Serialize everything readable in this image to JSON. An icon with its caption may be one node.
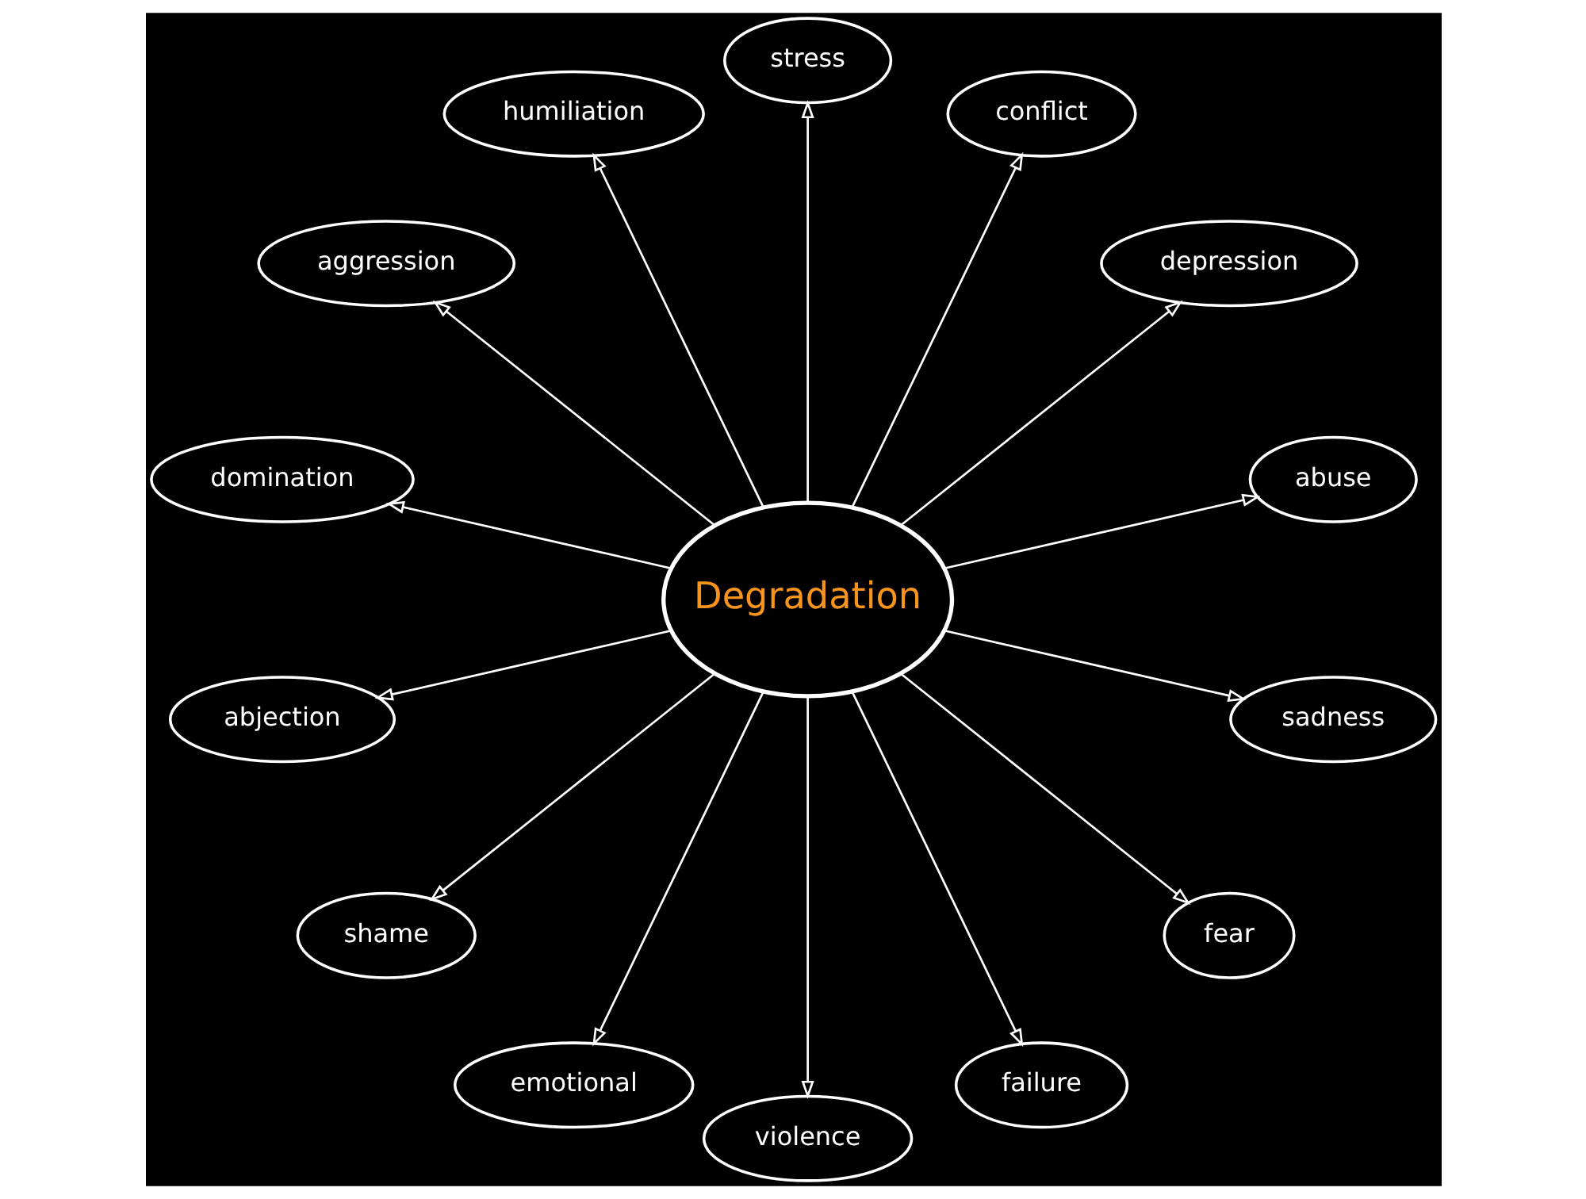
{
  "diagram": {
    "nodes": [
      {
        "text": [
          "Degradation"
        ]
      },
      {
        "text": [
          "abuse"
        ]
      },
      {
        "text": [
          "depression"
        ]
      },
      {
        "text": [
          "conflict"
        ]
      },
      {
        "text": [
          "stress"
        ]
      },
      {
        "text": [
          "humiliation"
        ]
      },
      {
        "text": [
          "aggression"
        ]
      },
      {
        "text": [
          "domination"
        ]
      },
      {
        "text": [
          "abjection"
        ]
      },
      {
        "text": [
          "shame"
        ]
      },
      {
        "text": [
          "emotional"
        ]
      },
      {
        "text": [
          "violence"
        ]
      },
      {
        "text": [
          "failure"
        ]
      },
      {
        "text": [
          "fear"
        ]
      },
      {
        "text": [
          "sadness"
        ]
      }
    ],
    "edges": [
      {
        "from": 0,
        "to": 1,
        "arrow": "to"
      },
      {
        "from": 0,
        "to": 2,
        "arrow": "to"
      },
      {
        "from": 0,
        "to": 3,
        "arrow": "to"
      },
      {
        "from": 0,
        "to": 4,
        "arrow": "to"
      },
      {
        "from": 0,
        "to": 5,
        "arrow": "to"
      },
      {
        "from": 0,
        "to": 6,
        "arrow": "to"
      },
      {
        "from": 0,
        "to": 7,
        "arrow": "to"
      },
      {
        "from": 0,
        "to": 8,
        "arrow": "to"
      },
      {
        "from": 0,
        "to": 9,
        "arrow": "to"
      },
      {
        "from": 0,
        "to": 10,
        "arrow": "to"
      },
      {
        "from": 0,
        "to": 11,
        "arrow": "to"
      },
      {
        "from": 0,
        "to": 12,
        "arrow": "to"
      },
      {
        "from": 0,
        "to": 13,
        "arrow": "to"
      },
      {
        "from": 0,
        "to": 14,
        "arrow": "to"
      }
    ]
  }
}
